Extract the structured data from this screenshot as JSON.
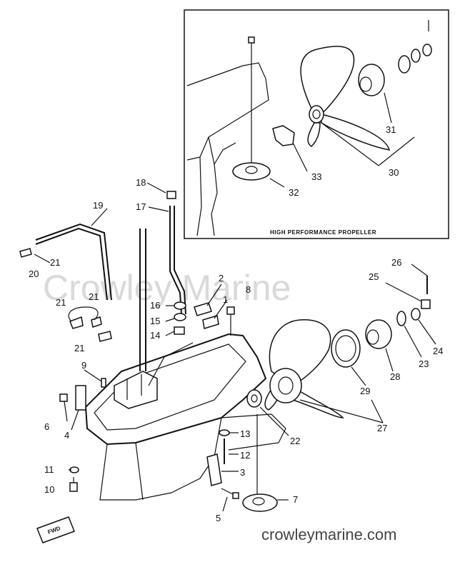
{
  "inset": {
    "caption": "HIGH PERFORMANCE PROPELLER"
  },
  "watermark": {
    "text": "Crowley Marine"
  },
  "footer": {
    "website": "crowleymarine.com"
  },
  "fwd_marker": {
    "text": "FWD"
  },
  "callouts": {
    "c1": "1",
    "c2": "2",
    "c3": "3",
    "c4": "4",
    "c5": "5",
    "c6": "6",
    "c7": "7",
    "c8": "8",
    "c9": "9",
    "c10": "10",
    "c11": "11",
    "c12": "12",
    "c13": "13",
    "c14": "14",
    "c15": "15",
    "c16": "16",
    "c17": "17",
    "c18": "18",
    "c19": "19",
    "c20": "20",
    "c21a": "21",
    "c21b": "21",
    "c21c": "21",
    "c21d": "21",
    "c22": "22",
    "c23": "23",
    "c24": "24",
    "c25": "25",
    "c26": "26",
    "c27": "27",
    "c28": "28",
    "c29": "29",
    "c30": "30",
    "c31": "31",
    "c32": "32",
    "c33": "33"
  }
}
